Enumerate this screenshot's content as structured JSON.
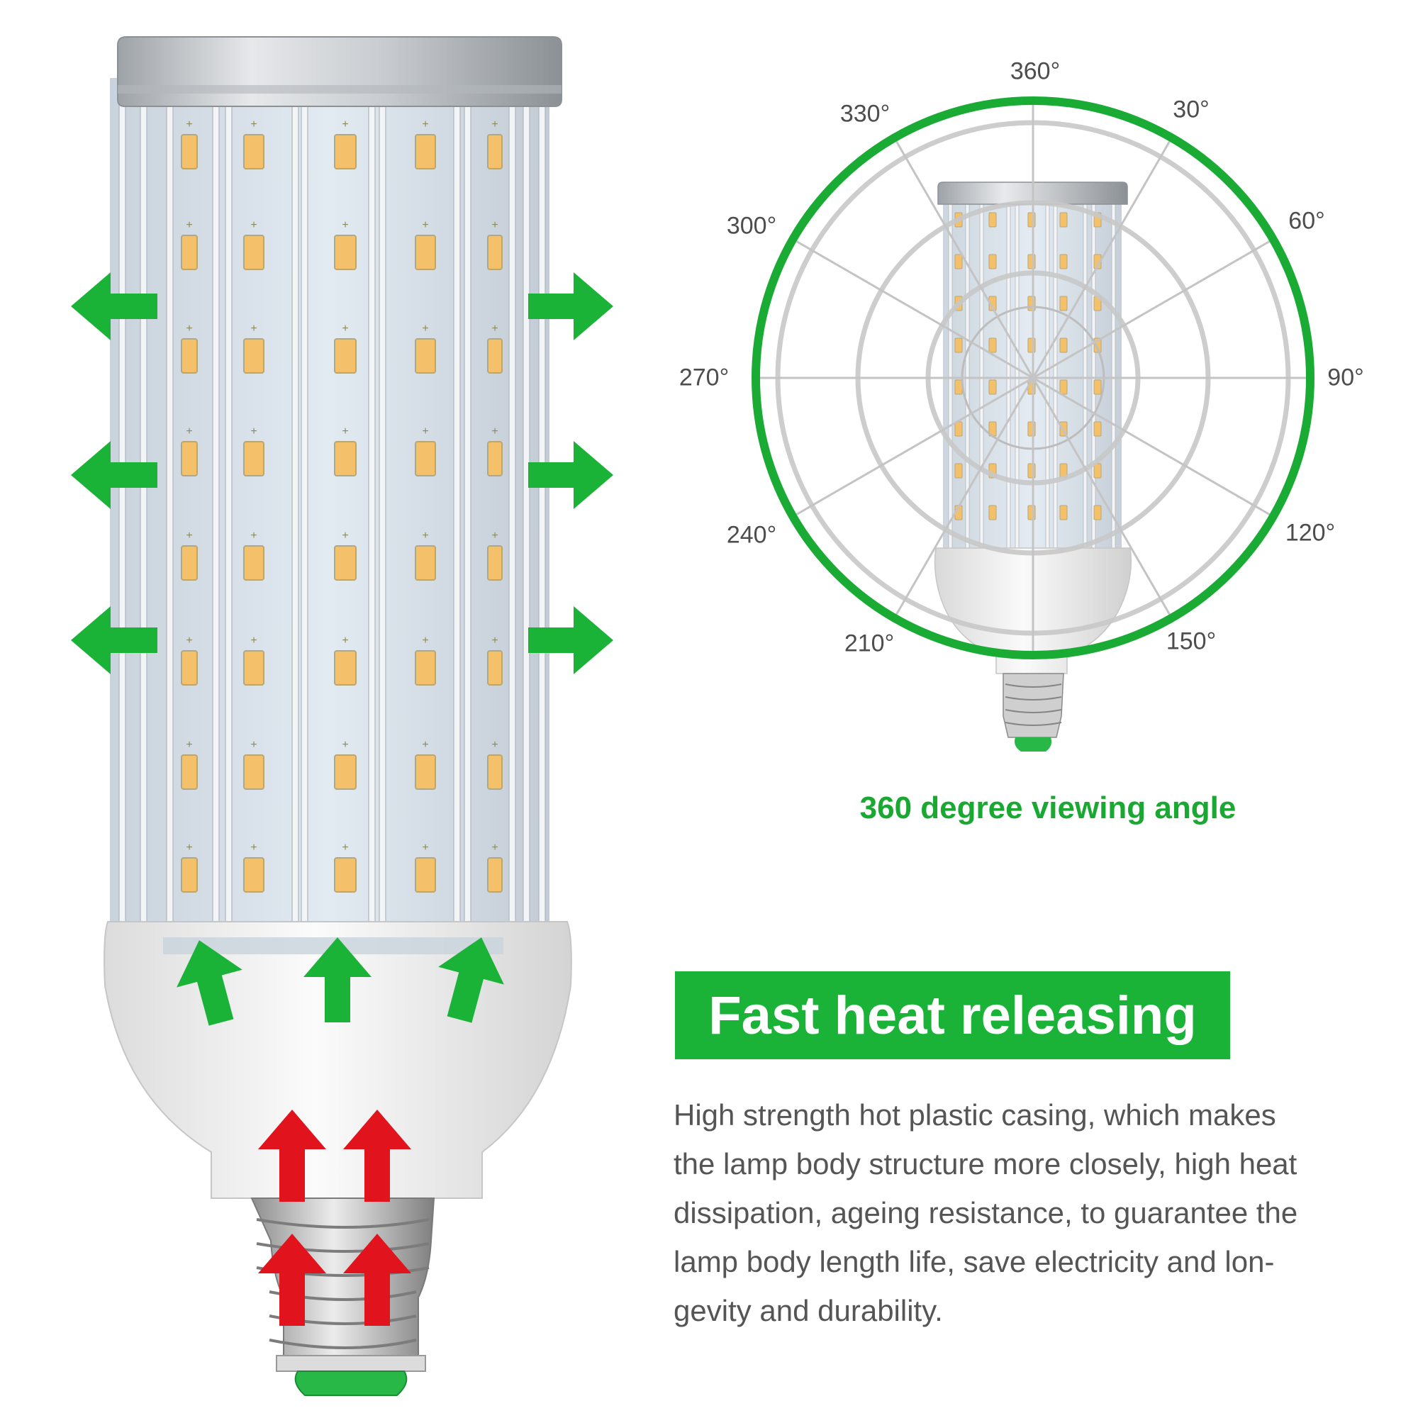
{
  "viewing_angle": {
    "labels": [
      "360°",
      "30°",
      "60°",
      "90°",
      "120°",
      "150°",
      "210°",
      "240°",
      "270°",
      "300°",
      "330°"
    ],
    "caption": "360 degree viewing angle"
  },
  "heat": {
    "title": "Fast heat releasing",
    "description_lines": [
      "High strength hot plastic casing, which makes",
      "the lamp body structure more closely, high heat",
      "dissipation, ageing resistance, to guarantee the",
      "lamp body length life, save electricity and lon-",
      "gevity and durability."
    ]
  },
  "colors": {
    "accent_green": "#1bb238",
    "heat_red": "#e1141e",
    "led_amber": "#f5c06a"
  }
}
